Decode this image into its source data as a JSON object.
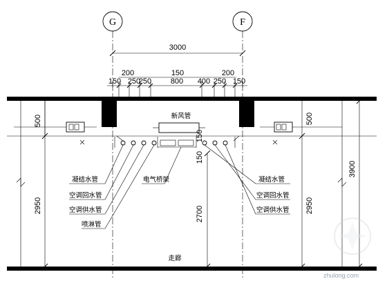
{
  "axes": {
    "left": "G",
    "right": "F"
  },
  "dimensions": {
    "overall_width": "3000",
    "top_left_200": "200",
    "top_right_150": "150",
    "top_right_200": "200",
    "row": [
      "150",
      "250",
      "250",
      "800",
      "400",
      "250",
      "150"
    ],
    "left_500": "500",
    "right_500": "500",
    "left_2950": "2950",
    "right_2950": "2950",
    "center_2700": "2700",
    "small_150_a": "150",
    "small_150_b": "150",
    "right_3900": "3900"
  },
  "labels": {
    "fresh_air_duct": "新风管",
    "cable_tray": "电气桥架",
    "left_condensate": "凝结水管",
    "left_ac_return": "空调回水管",
    "left_ac_supply": "空调供水管",
    "left_sprinkler": "喷淋管",
    "right_condensate": "凝结水管",
    "right_ac_return": "空调回水管",
    "right_ac_supply": "空调供水管",
    "corridor": "走廊"
  },
  "watermark": "zhulong.com"
}
